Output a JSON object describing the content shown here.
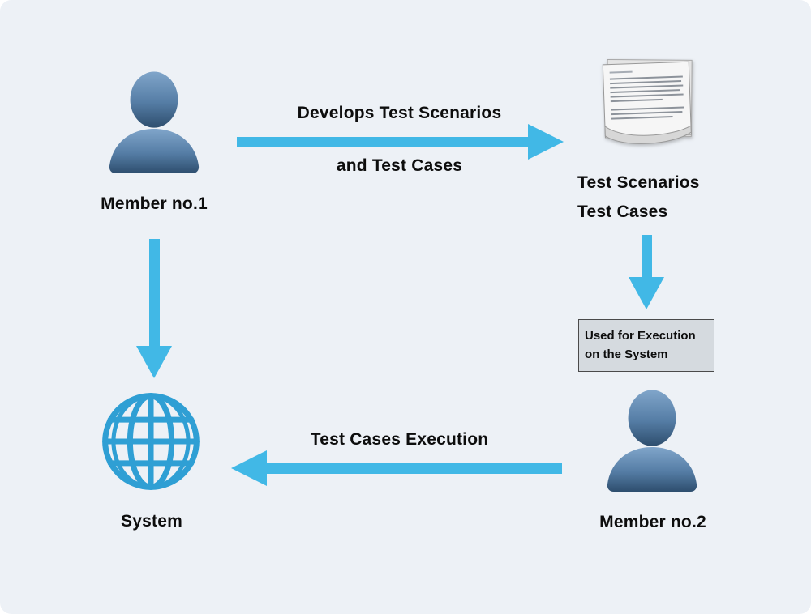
{
  "colors": {
    "background": "#edf1f6",
    "arrow": "#41b8e6",
    "text": "#0d0d0d",
    "note_bg": "#d5dadf",
    "note_border": "#4a4a4a"
  },
  "actors": {
    "member1": {
      "label": "Member no.1",
      "icon": "person-icon"
    },
    "member2": {
      "label": "Member no.2",
      "icon": "person-icon"
    },
    "system": {
      "label": "System",
      "icon": "globe-icon"
    }
  },
  "artifact": {
    "icon": "document-icon",
    "label_line1": "Test Scenarios",
    "label_line2": "Test Cases"
  },
  "note": {
    "line1": "Used for Execution",
    "line2": "on the System"
  },
  "flows": {
    "develops": {
      "line1": "Develops Test Scenarios",
      "line2": "and Test Cases"
    },
    "execution": {
      "label": "Test Cases Execution"
    }
  }
}
